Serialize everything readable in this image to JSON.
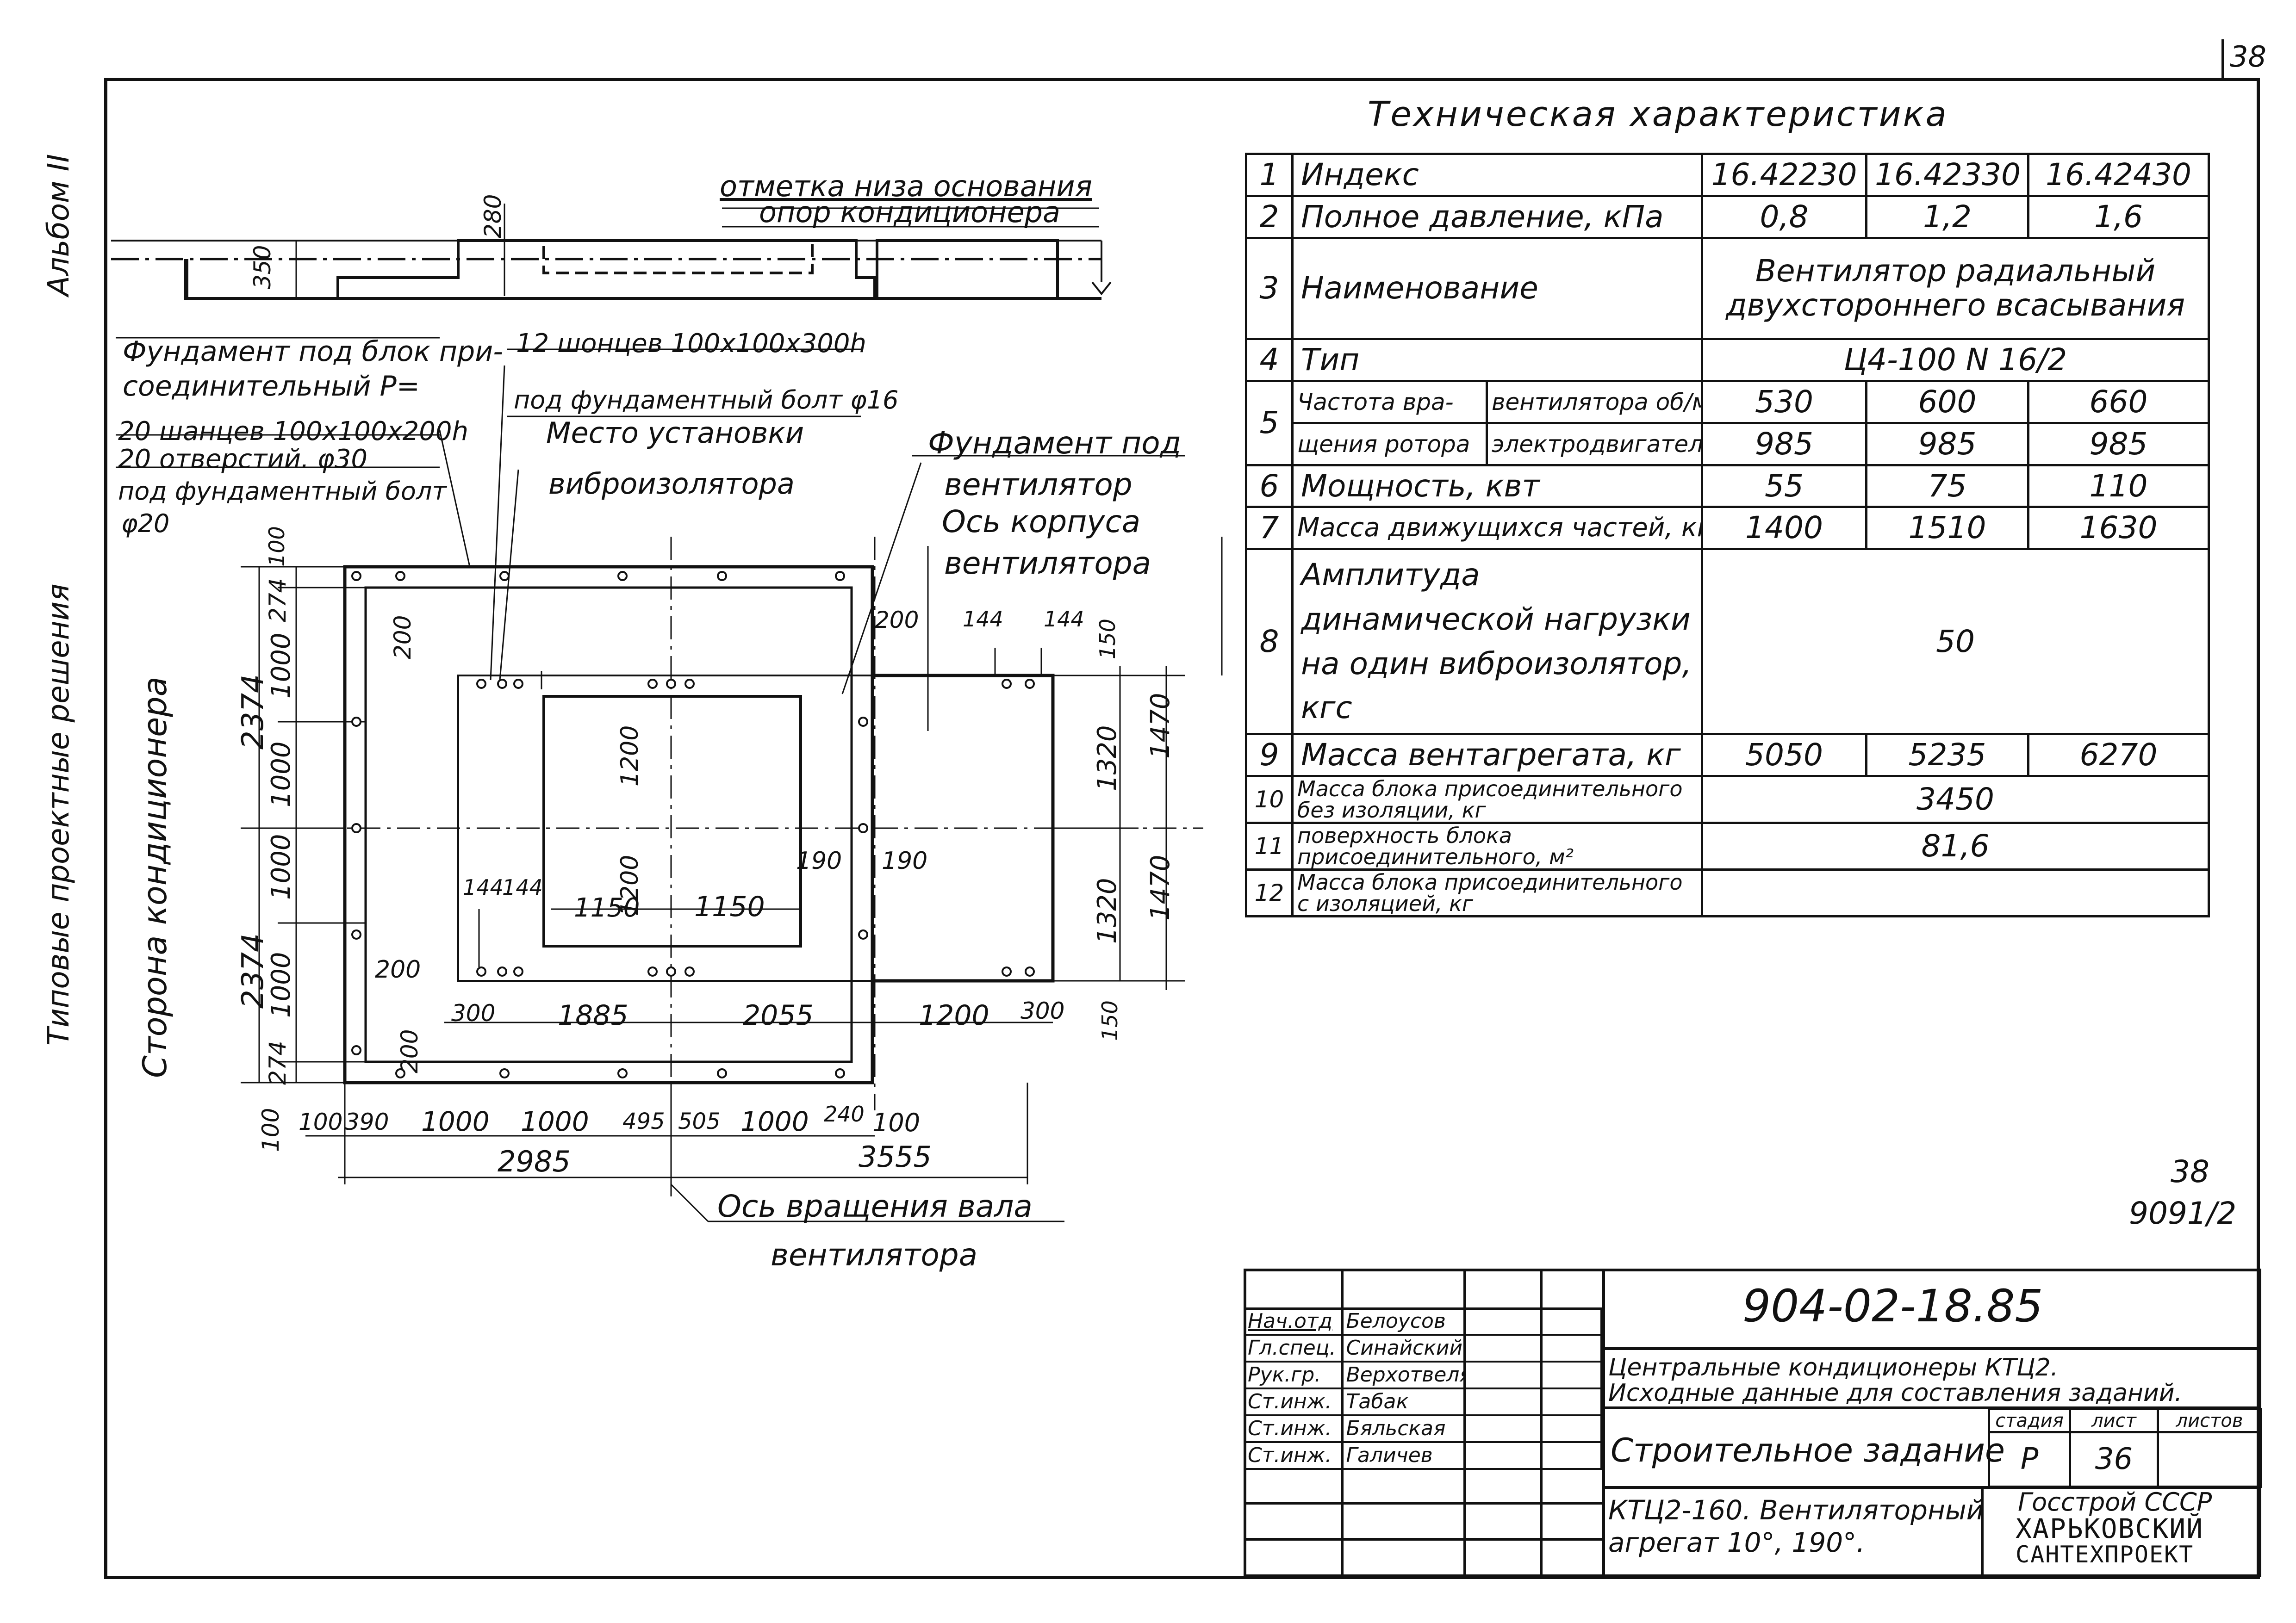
{
  "sheet_number_top": "38",
  "album_label": "Альбом II",
  "series_label": "Типовые проектные решения",
  "side_label": "Сторона кондиционера",
  "section_callout": {
    "line1": "отметка низа основания",
    "line2": "опор кондиционера",
    "dim_350": "350",
    "dim_280": "280"
  },
  "plan_notes": {
    "foundation_block_line1": "Фундамент под блок при-",
    "foundation_block_line2": "соединительный Р=",
    "sockets_20_line1": "20 шанцев 100х100х200h",
    "holes_20": "20 отверстий. φ30",
    "for_bolt_line": "под фундаментный болт",
    "phi20": "φ20",
    "sockets_12": "12 шонцев 100х100х300h",
    "bolt_phi16": "под фундаментный болт φ16",
    "mount_place": "Место установки",
    "vibro_isolator": "виброизолятора",
    "fan_foundation": "Фундамент под",
    "fan": "вентилятор",
    "fan_axis": "Ось корпуса",
    "fan_gen": "вентилятора",
    "shaft_axis": "Ось вращения вала",
    "shaft_fan": "вентилятора"
  },
  "plan_dims": {
    "left_2374_top": "2374",
    "left_2374_bottom": "2374",
    "d274a": "274",
    "d1000a": "1000",
    "d1000b": "1000",
    "d1000c": "1000",
    "d1000d": "1000",
    "d274b": "274",
    "d100_top": "100",
    "d100_bottom": "100",
    "d200a": "200",
    "d200b": "200",
    "d200c": "200",
    "d200d": "200",
    "d1200a": "1200",
    "d1200b": "1200",
    "d144a": "144",
    "d144b": "144",
    "d144c": "144",
    "d144d": "144",
    "d150a": "150",
    "d150b": "150",
    "d1320a": "1320",
    "d1320b": "1320",
    "d1470a": "1470",
    "d1470b": "1470",
    "d190a": "190",
    "d190b": "190",
    "d1150a": "1150",
    "d1150b": "1150",
    "d300a": "300",
    "d1885": "1885",
    "d2055": "2055",
    "d1200c": "1200",
    "d300b": "300",
    "b100": "100",
    "b390": "390",
    "b1000a": "1000",
    "b1000b": "1000",
    "b495": "495",
    "b505": "505",
    "b1000c": "1000",
    "b240": "240",
    "b100b": "100",
    "total_2985": "2985",
    "total_3555": "3555"
  },
  "table_title": "Техническая характеристика",
  "spec_table": {
    "r1_no": "1",
    "r1_label": "Индекс",
    "r1_v1": "16.42230",
    "r1_v2": "16.42330",
    "r1_v3": "16.42430",
    "r2_no": "2",
    "r2_label": "Полное давление, кПа",
    "r2_v1": "0,8",
    "r2_v2": "1,2",
    "r2_v3": "1,6",
    "r3_no": "3",
    "r3_label": "Наименование",
    "r3_value": "Вентилятор радиальный двухстороннего всасывания",
    "r4_no": "4",
    "r4_label": "Тип",
    "r4_value": "Ц4-100 N 16/2",
    "r5_no": "5",
    "r5_label_a": "Частота вра-",
    "r5_label_b": "щения ротора",
    "r5_sub1": "вентилятора об/мин",
    "r5_sub2": "электродвигателя",
    "r5_v1": "530",
    "r5_v2": "600",
    "r5_v3": "660",
    "r5_w1": "985",
    "r5_w2": "985",
    "r5_w3": "985",
    "r6_no": "6",
    "r6_label": "Мощность, квт",
    "r6_v1": "55",
    "r6_v2": "75",
    "r6_v3": "110",
    "r7_no": "7",
    "r7_label": "Масса движущихся частей, кг",
    "r7_v1": "1400",
    "r7_v2": "1510",
    "r7_v3": "1630",
    "r8_no": "8",
    "r8_label": "Амплитуда динамической нагрузки на один виброизолятор, кгс",
    "r8_value": "50",
    "r9_no": "9",
    "r9_label": "Масса вентагрегата, кг",
    "r9_v1": "5050",
    "r9_v2": "5235",
    "r9_v3": "6270",
    "r10_no": "10",
    "r10_label": "Масса блока присоединительного без изоляции, кг",
    "r10_value": "3450",
    "r11_no": "11",
    "r11_label": "поверхность блока присоединительного, м²",
    "r11_value": "81,6",
    "r12_no": "12",
    "r12_label": "Масса блока присоединительного с изоляцией, кг",
    "r12_value": ""
  },
  "sheet_ref": {
    "page": "38",
    "code": "9091/2"
  },
  "title_block": {
    "doc_code": "904-02-18.85",
    "title_line1": "Центральные кондиционеры КТЦ2.",
    "title_line2": "Исходные данные для составления заданий.",
    "work_name": "Строительное задание",
    "drawing_name_line1": "КТЦ2-160. Вентиляторный",
    "drawing_name_line2": "агрегат 10°, 190°.",
    "stage_label": "стадия",
    "sheet_label": "лист",
    "sheets_label": "листов",
    "stage": "Р",
    "sheet": "36",
    "sheets": "",
    "org_line1": "Госстрой СССР",
    "org_line2": "ХАРЬКОВСКИЙ",
    "org_line3": "САНТЕХПРОЕКТ",
    "people": [
      {
        "role": "Нач.отд",
        "name": "Белоусов"
      },
      {
        "role": "Гл.спец.",
        "name": "Синайский"
      },
      {
        "role": "Рук.гр.",
        "name": "Верхотвелян"
      },
      {
        "role": "Ст.инж.",
        "name": "Табак"
      },
      {
        "role": "Ст.инж.",
        "name": "Бяльская"
      },
      {
        "role": "Ст.инж.",
        "name": "Галичев"
      }
    ]
  }
}
